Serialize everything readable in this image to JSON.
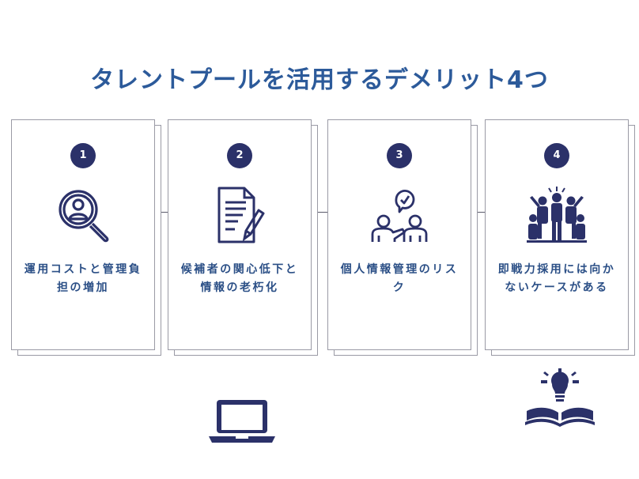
{
  "title": "タレントプールを活用するデメリット4つ",
  "cards": [
    {
      "number": "1",
      "label": "運用コストと管理負担の増加",
      "icon": "magnifier-person-icon"
    },
    {
      "number": "2",
      "label": "候補者の関心低下と情報の老朽化",
      "icon": "document-pen-icon"
    },
    {
      "number": "3",
      "label": "個人情報管理のリスク",
      "icon": "people-chat-icon"
    },
    {
      "number": "4",
      "label": "即戦力採用には向かないケースがある",
      "icon": "team-celebrate-icon"
    }
  ],
  "decorations": [
    "laptop-icon",
    "book-lightbulb-icon"
  ],
  "colors": {
    "title": "#2c5a9a",
    "badge": "#2b3169",
    "text": "#2b4f86"
  }
}
